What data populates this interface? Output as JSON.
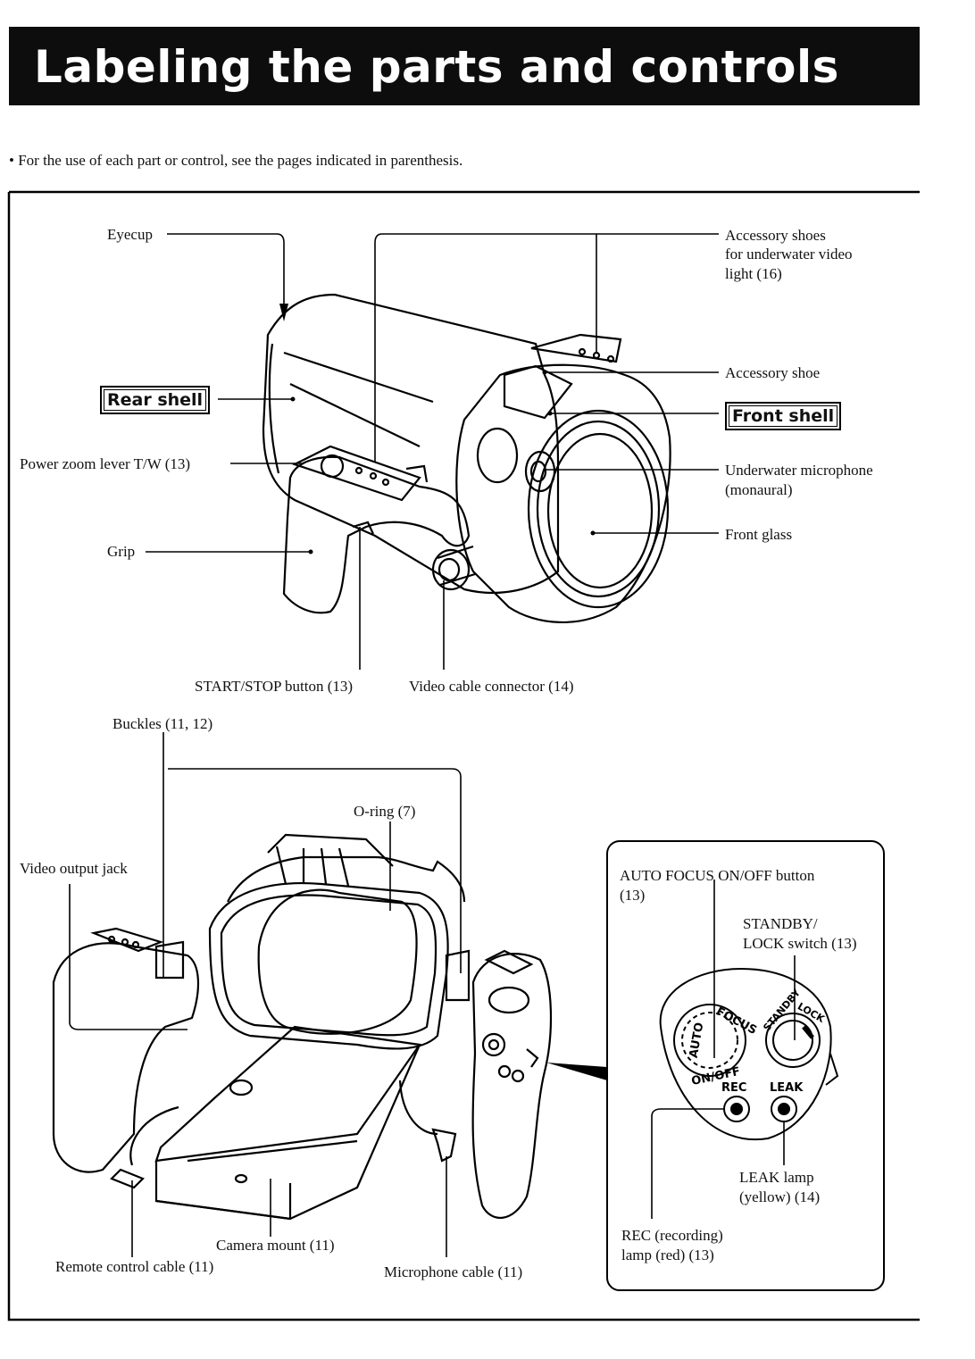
{
  "title": "Labeling the parts and controls",
  "intro": "• For the use of each part or control, see the pages indicated in parenthesis.",
  "top_labels": {
    "eyecup": "Eyecup",
    "rear_shell": "Rear shell",
    "power_zoom": "Power zoom lever T/W (13)",
    "grip": "Grip",
    "accessory_shoes_1": "Accessory shoes",
    "accessory_shoes_2": "for underwater video",
    "accessory_shoes_3": "light (16)",
    "accessory_shoe": "Accessory shoe",
    "front_shell": "Front shell",
    "underwater_mic_1": "Underwater microphone",
    "underwater_mic_2": "(monaural)",
    "front_glass": "Front glass",
    "start_stop": "START/STOP button (13)",
    "video_cable_connector": "Video cable connector (14)"
  },
  "bottom_labels": {
    "buckles": "Buckles (11, 12)",
    "o_ring": "O-ring (7)",
    "video_output": "Video output jack",
    "camera_mount": "Camera mount (11)",
    "remote_cable": "Remote control cable (11)",
    "mic_cable": "Microphone cable (11)"
  },
  "inset_labels": {
    "auto_focus_1": "AUTO FOCUS ON/OFF button",
    "auto_focus_2": "(13)",
    "standby_1": "STANDBY/",
    "standby_2": "LOCK switch (13)",
    "leak_lamp_1": "LEAK lamp",
    "leak_lamp_2": "(yellow) (14)",
    "rec_lamp_1": "REC (recording)",
    "rec_lamp_2": "lamp (red) (13)"
  },
  "dial_labels": {
    "focus": "FOCUS",
    "auto": "AUTO",
    "on_off": "ON/OFF",
    "standby": "STANDBY",
    "lock": "LOCK",
    "rec": "REC",
    "leak": "LEAK"
  }
}
